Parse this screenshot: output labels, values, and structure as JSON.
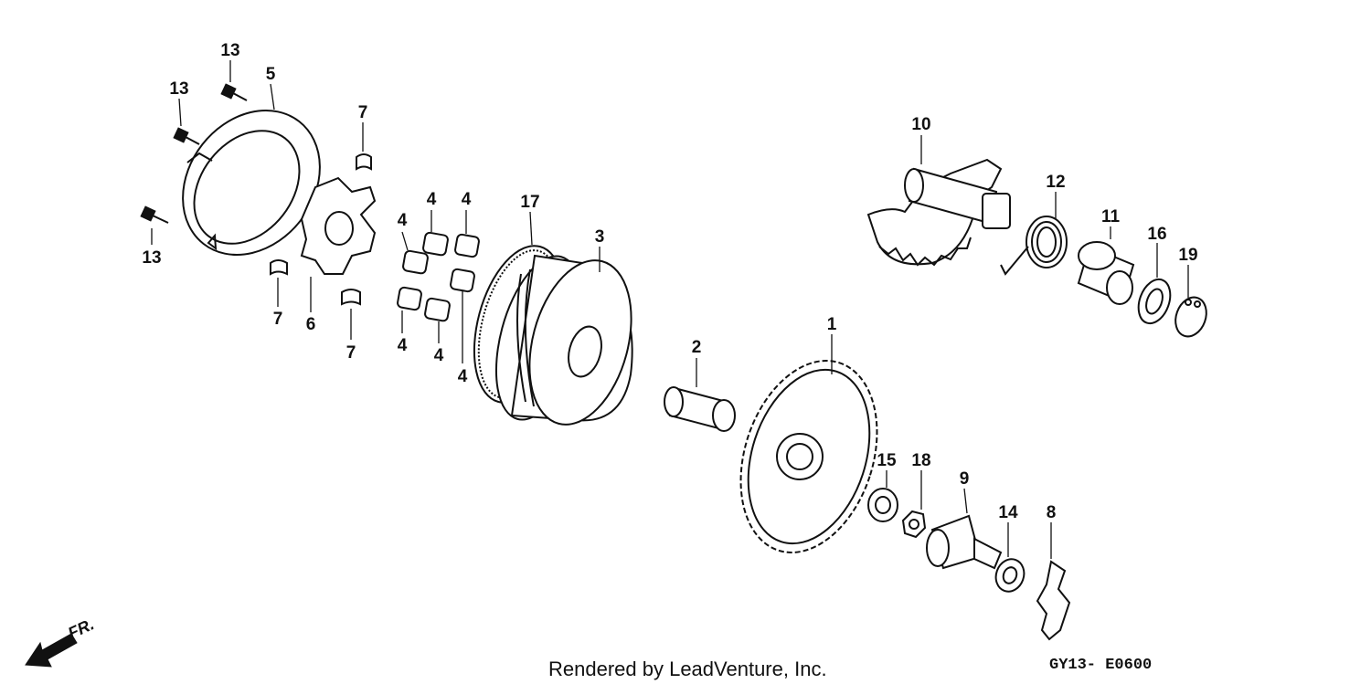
{
  "labels": {
    "l13a": "13",
    "l13b": "13",
    "l13c": "13",
    "l5": "5",
    "l7a": "7",
    "l7b": "7",
    "l7c": "7",
    "l6": "6",
    "l4a": "4",
    "l4b": "4",
    "l4c": "4",
    "l4d": "4",
    "l4e": "4",
    "l4f": "4",
    "l17": "17",
    "l3": "3",
    "l2": "2",
    "l1": "1",
    "l10": "10",
    "l12": "12",
    "l11": "11",
    "l16": "16",
    "l19": "19",
    "l15": "15",
    "l18": "18",
    "l9": "9",
    "l14": "14",
    "l8": "8"
  },
  "direction": {
    "label": "FR."
  },
  "footer": {
    "credit": "Rendered by LeadVenture, Inc.",
    "code": "GY13- E0600"
  }
}
